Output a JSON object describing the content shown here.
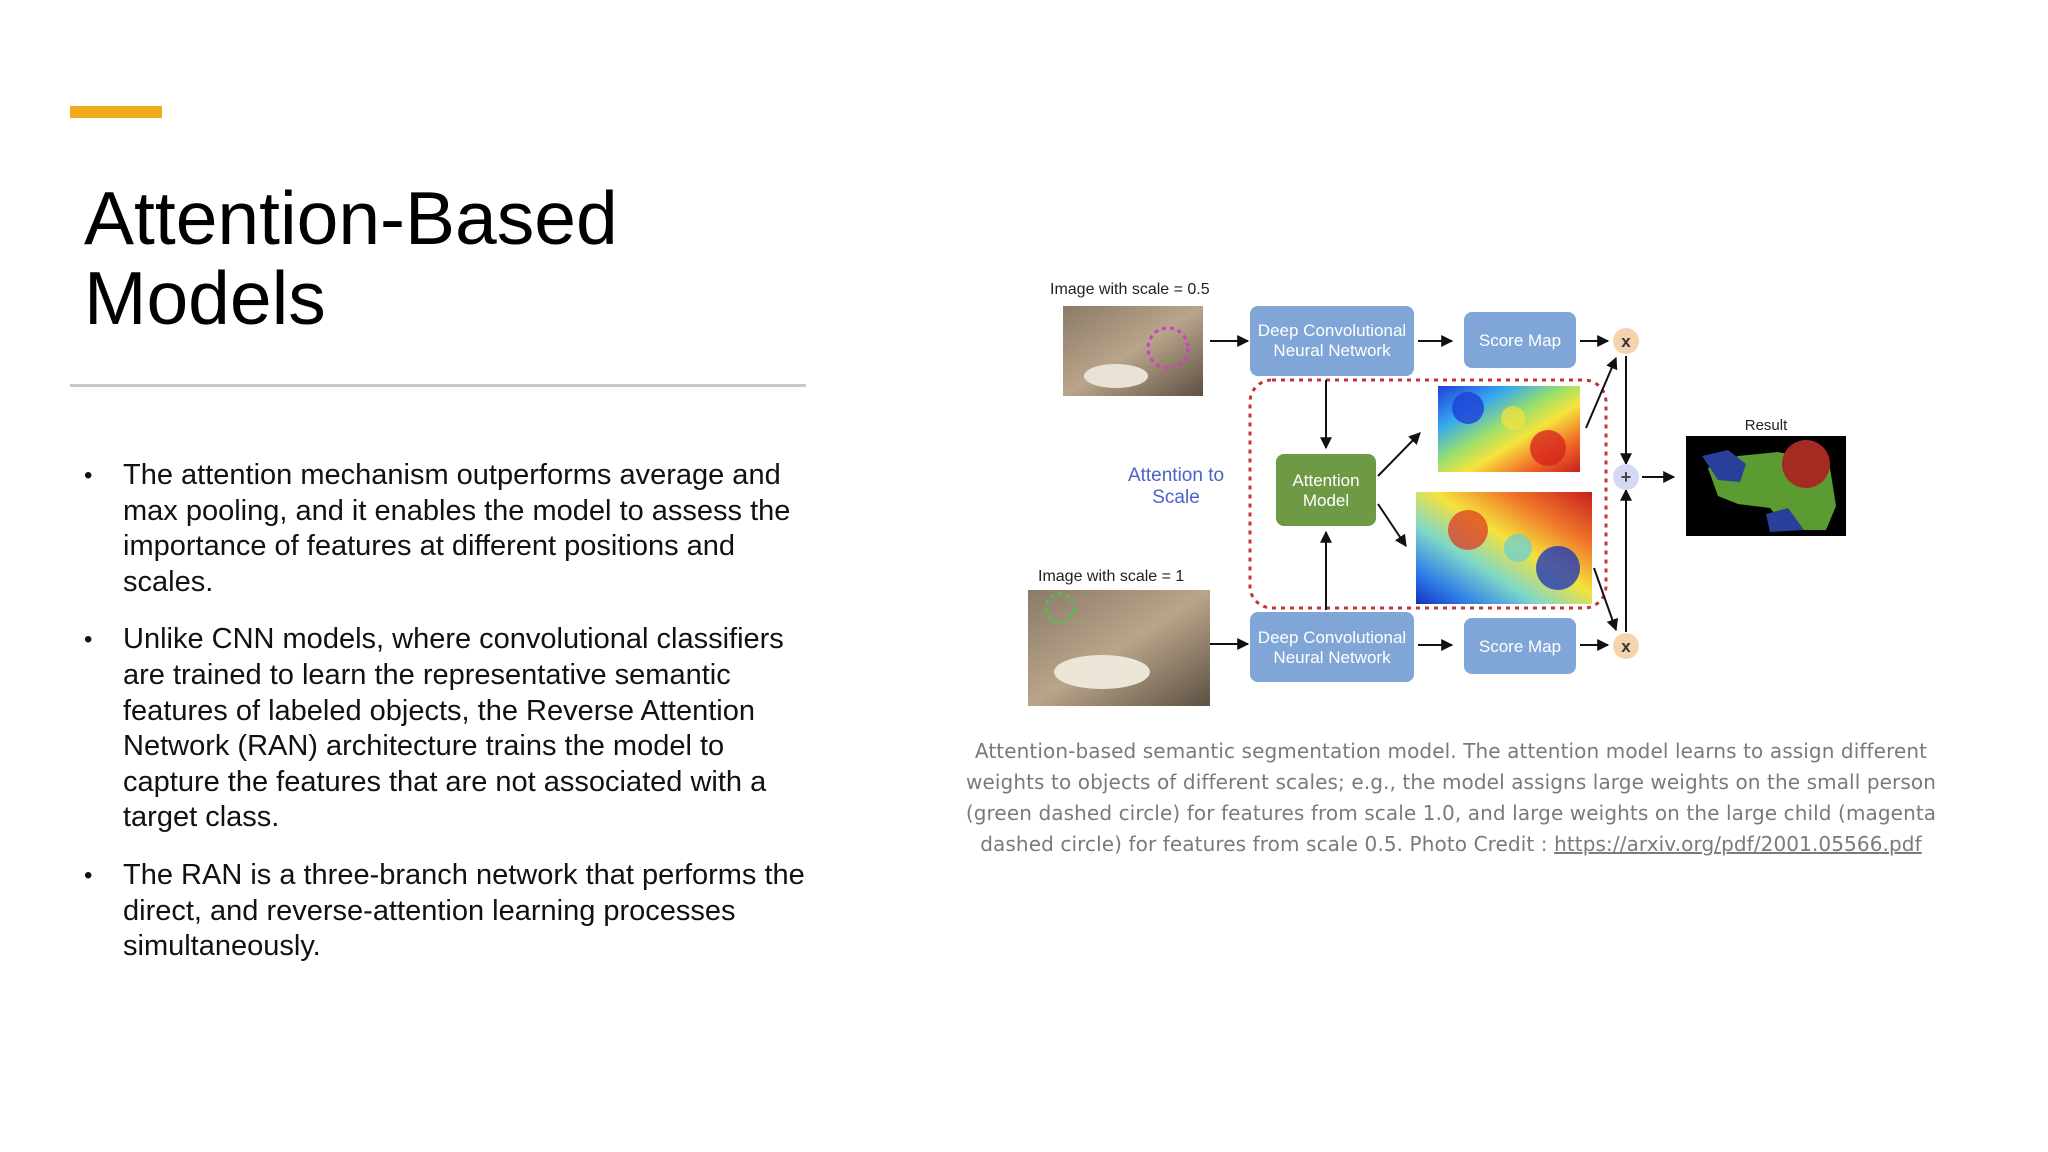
{
  "slide": {
    "title": "Attention-Based Models",
    "accent_color": "#F0A81C",
    "bullets": [
      "The attention mechanism outperforms average and max pooling, and it enables the model to assess the importance of features at different positions and scales.",
      "Unlike CNN models, where convolutional classifiers are trained to learn the representative semantic features of labeled objects, the Reverse Attention Network (RAN) architecture trains the model to capture the features that are not associated with a target class.",
      "The RAN is a three-branch network that performs the direct, and reverse-attention learning processes simultaneously."
    ],
    "bullet_marker": "•"
  },
  "figure": {
    "top_image_label": "Image with scale = 0.5",
    "bottom_image_label": "Image with scale = 1",
    "top_dcnn_line1": "Deep Convolutional",
    "top_dcnn_line2": "Neural Network",
    "bottom_dcnn_line1": "Deep Convolutional",
    "bottom_dcnn_line2": "Neural Network",
    "top_score_map": "Score Map",
    "bottom_score_map": "Score Map",
    "attention_model_line1": "Attention",
    "attention_model_line2": "Model",
    "attention_scale_line1": "Attention to",
    "attention_scale_line2": "Scale",
    "multiply_symbol": "x",
    "plus_symbol": "+",
    "result_label": "Result",
    "colors": {
      "box_blue": "#7FA6D6",
      "box_green": "#6E9A45",
      "dashed_red": "#C8333A",
      "multiply_circle": "#F6D2AE",
      "plus_circle": "#D6D9F3",
      "attention_text": "#4A63C8"
    }
  },
  "caption": {
    "text": "Attention-based semantic segmentation model. The attention model learns to assign different weights to objects of different scales; e.g., the model assigns large weights on the small person (green dashed circle) for features from scale 1.0, and large weights on the large child (magenta dashed circle) for features from scale 0.5. Photo Credit : ",
    "link": "https://arxiv.org/pdf/2001.05566.pdf"
  }
}
